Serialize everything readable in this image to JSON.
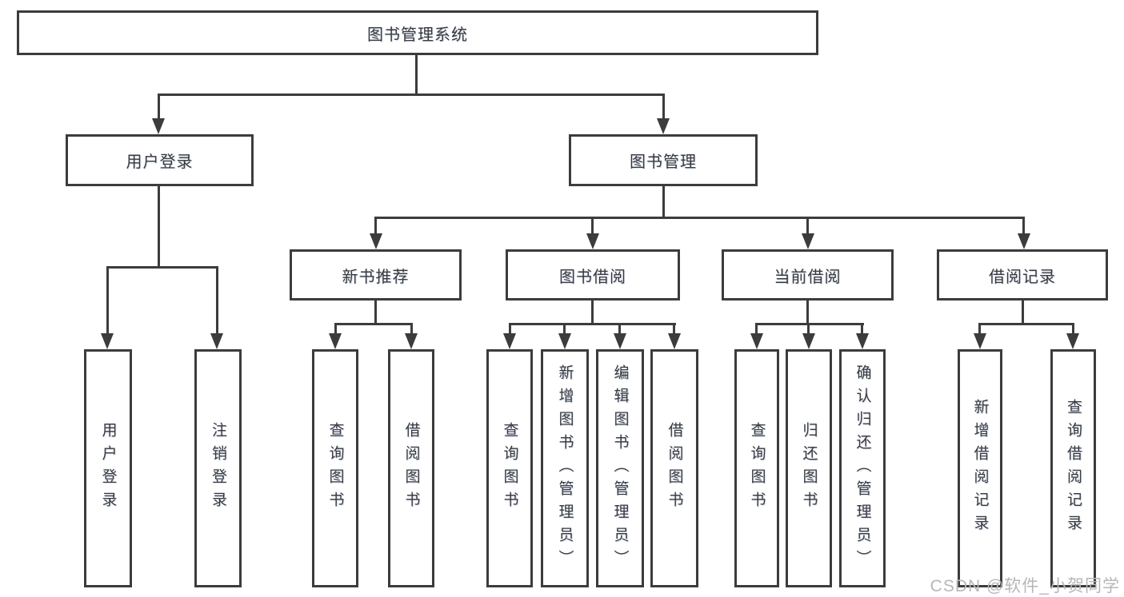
{
  "watermark": "CSDN @软件_小贺同学",
  "colors": {
    "line": "#3c3c3c",
    "text": "#3a3a3a",
    "watermark_text": "#b7b7b7",
    "background": "#ffffff"
  },
  "tree": {
    "root": {
      "label": "图书管理系统"
    },
    "branches": [
      {
        "label": "用户登录",
        "children": [
          {
            "label": "用户登录"
          },
          {
            "label": "注销登录"
          }
        ]
      },
      {
        "label": "图书管理",
        "children": [
          {
            "label": "新书推荐",
            "children": [
              {
                "label": "查询图书"
              },
              {
                "label": "借阅图书"
              }
            ]
          },
          {
            "label": "图书借阅",
            "children": [
              {
                "label": "查询图书"
              },
              {
                "label": "新增图书（管理员）"
              },
              {
                "label": "编辑图书（管理员）"
              },
              {
                "label": "借阅图书"
              }
            ]
          },
          {
            "label": "当前借阅",
            "children": [
              {
                "label": "查询图书"
              },
              {
                "label": "归还图书"
              },
              {
                "label": "确认归还（管理员）"
              }
            ]
          },
          {
            "label": "借阅记录",
            "children": [
              {
                "label": "新增借阅记录"
              },
              {
                "label": "查询借阅记录"
              }
            ]
          }
        ]
      }
    ]
  }
}
